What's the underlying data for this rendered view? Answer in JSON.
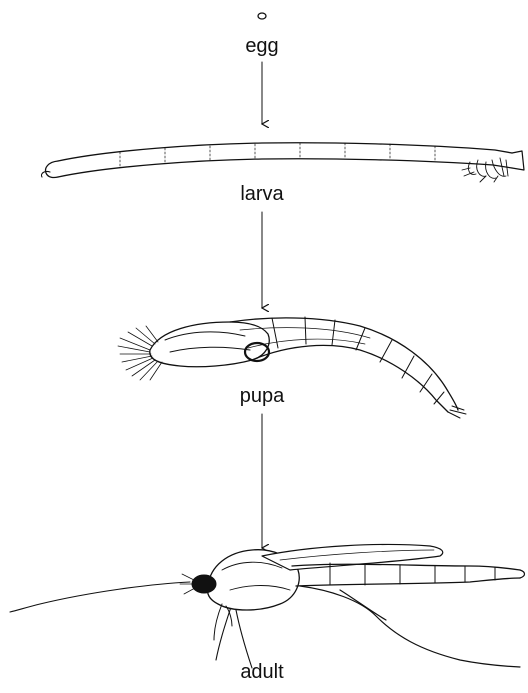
{
  "lifecycle": {
    "stages": [
      {
        "id": "egg",
        "label": "egg"
      },
      {
        "id": "larva",
        "label": "larva"
      },
      {
        "id": "pupa",
        "label": "pupa"
      },
      {
        "id": "adult",
        "label": "adult"
      }
    ],
    "ink_color": "#111111",
    "background_color": "#ffffff"
  }
}
